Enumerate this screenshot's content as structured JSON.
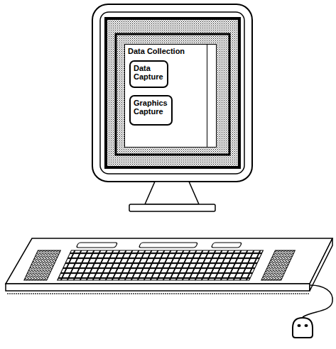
{
  "diagram": {
    "nodes": [
      {
        "text": [
          "Data Collection"
        ]
      },
      {
        "text": [
          "Data Capture"
        ],
        "in": 0
      },
      {
        "text": [
          "Graphics Capture"
        ],
        "in": 0
      }
    ]
  }
}
